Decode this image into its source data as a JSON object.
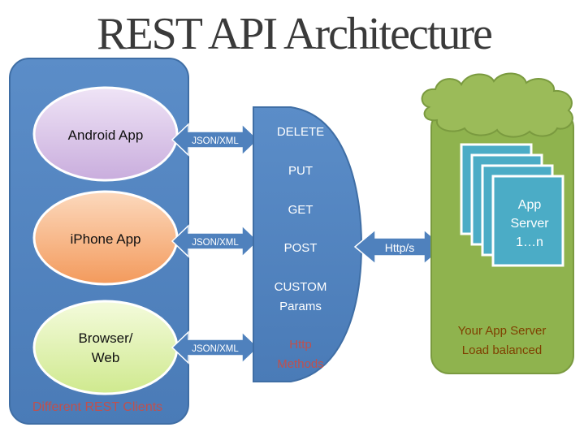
{
  "title": "REST API Architecture",
  "clients_panel": {
    "label": "Different REST Clients",
    "clients": [
      {
        "line1": "Android App",
        "line2": ""
      },
      {
        "line1": "iPhone App",
        "line2": ""
      },
      {
        "line1": "Browser/",
        "line2": "Web"
      }
    ]
  },
  "data_format_arrows": [
    "JSON/XML",
    "JSON/XML",
    "JSON/XML"
  ],
  "http_methods_panel": {
    "methods": [
      "DELETE",
      "PUT",
      "GET",
      "POST"
    ],
    "custom_line1": "CUSTOM",
    "custom_line2": "Params",
    "caption_line1": "Http",
    "caption_line2": "Methods"
  },
  "protocol_arrow": "Http/s",
  "server_panel": {
    "card_line1": "App",
    "card_line2": "Server",
    "card_line3": "1…n",
    "caption_line1": "Your App Server",
    "caption_line2": "Load balanced"
  },
  "colors": {
    "panel_blue": "#4f81bd",
    "panel_blue_border": "#385d8a",
    "android_purple": "#dcc8ea",
    "iphone_orange": "#f9b98a",
    "browser_green": "#e4f5b8",
    "caption_red": "#c0504d",
    "server_green": "#8fb34e",
    "cloud_green": "#9bbb59",
    "server_card": "#4bacc6",
    "server_caption": "#7f3f00"
  }
}
